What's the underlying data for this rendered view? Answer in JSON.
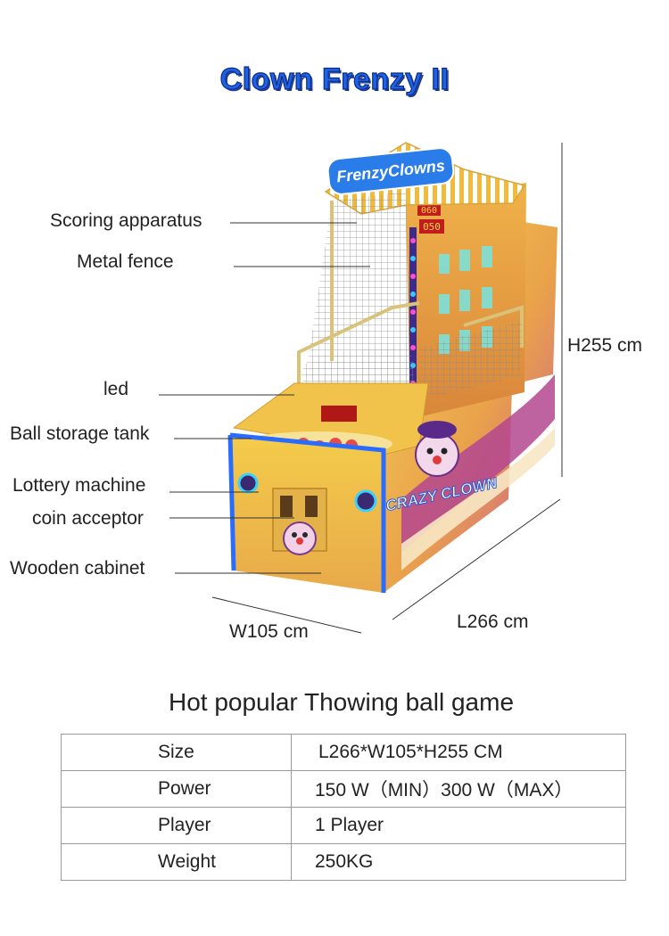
{
  "title": "Clown Frenzy II",
  "machine": {
    "sign": "FrenzyClowns",
    "side_logo": "CRAZY CLOWN",
    "score_top": "060",
    "score_left": "050"
  },
  "labels": [
    "Scoring apparatus",
    "Metal fence",
    "led",
    "Ball storage tank",
    "Lottery machine",
    "coin acceptor",
    "Wooden cabinet"
  ],
  "dimensions": {
    "height": "H255 cm",
    "width": "W105 cm",
    "length": "L266 cm"
  },
  "subtitle": "Hot popular Thowing ball game",
  "specs": [
    {
      "key": "Size",
      "value": "L266*W105*H255 CM"
    },
    {
      "key": "Power",
      "value": "150 W（MIN）300 W（MAX）"
    },
    {
      "key": "Player",
      "value": "1 Player"
    },
    {
      "key": "Weight",
      "value": "250KG"
    }
  ],
  "colors": {
    "title": "#1e63e6",
    "cabinet_yellow": "#f2c23a",
    "cabinet_purple": "#b04a9a",
    "led_blue": "#2a6cff"
  }
}
